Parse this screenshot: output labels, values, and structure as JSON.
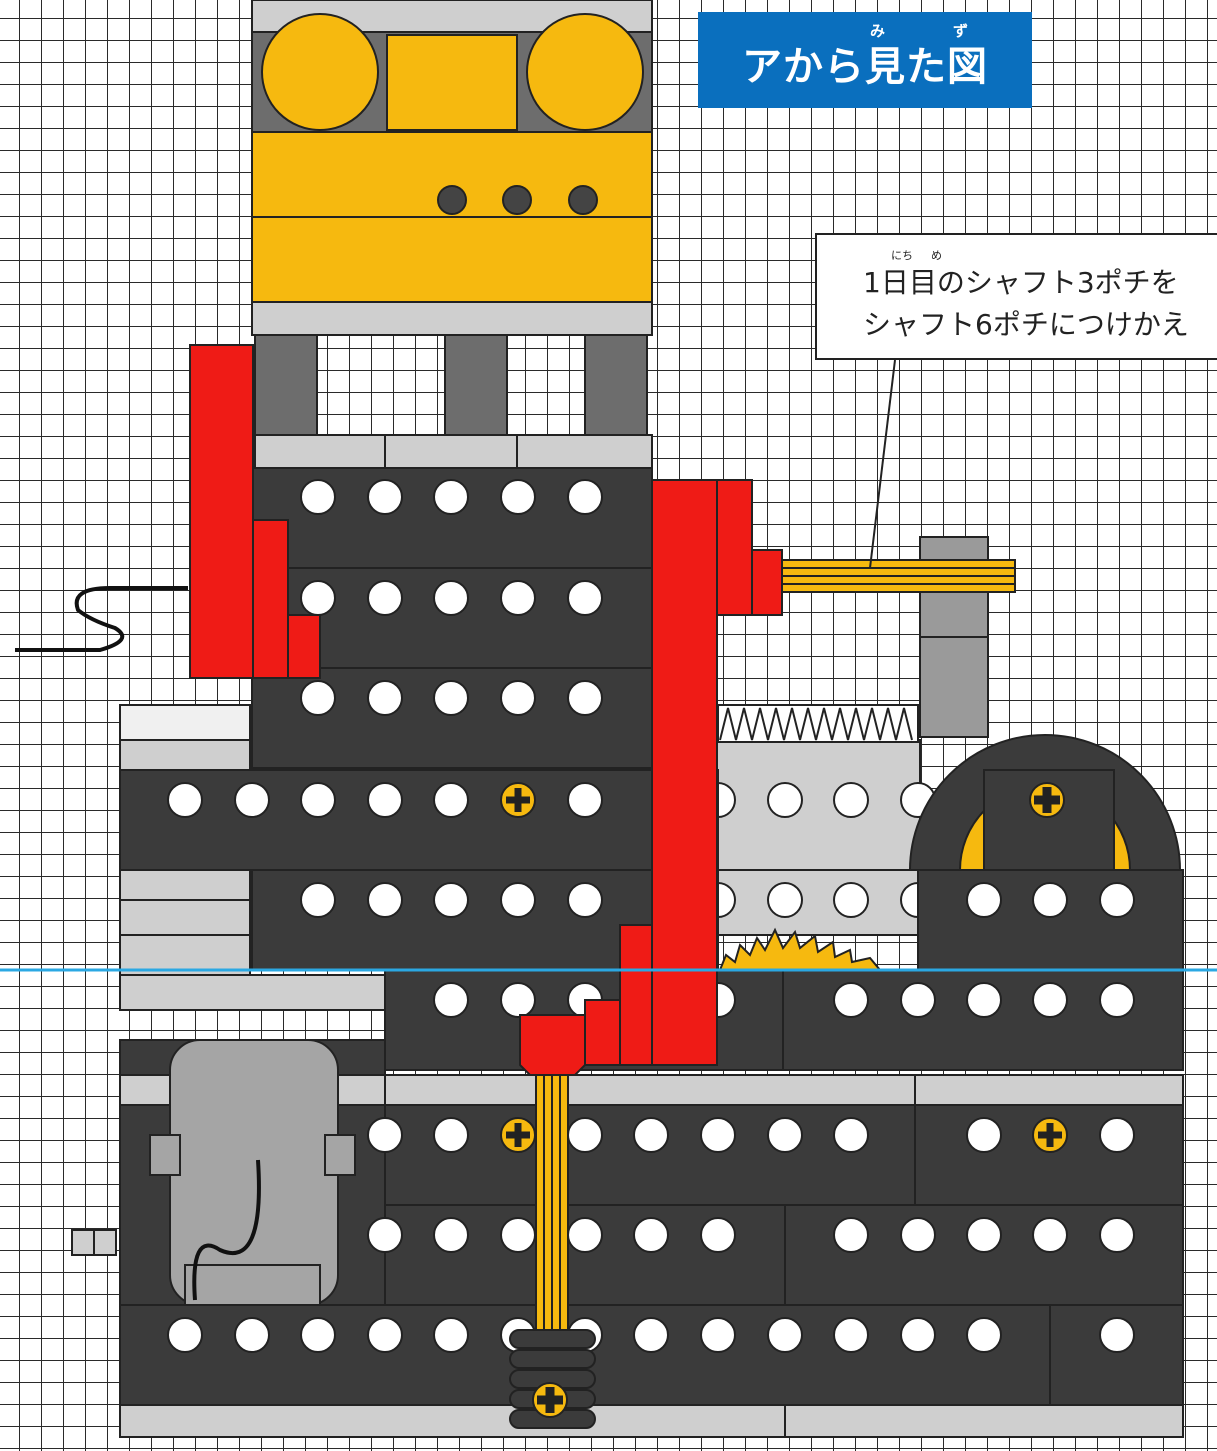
{
  "title": {
    "text": "アから見た図",
    "ruby": [
      "み",
      "ず"
    ]
  },
  "note": {
    "line1": "1日目のシャフト3ポチを",
    "line2": "シャフト6ポチにつけかえ",
    "ruby": [
      "にち",
      "め"
    ]
  },
  "colors": {
    "grid": "#2a2a2a",
    "title_bg": "#0a6fbe",
    "beam_dark": "#3b3b3b",
    "red_part": "#ef1b16",
    "yellow_part": "#f6b90f",
    "gray_part": "#a5a5a5",
    "light_gray": "#cfcfcf",
    "guide_line": "#2ba8e3"
  }
}
